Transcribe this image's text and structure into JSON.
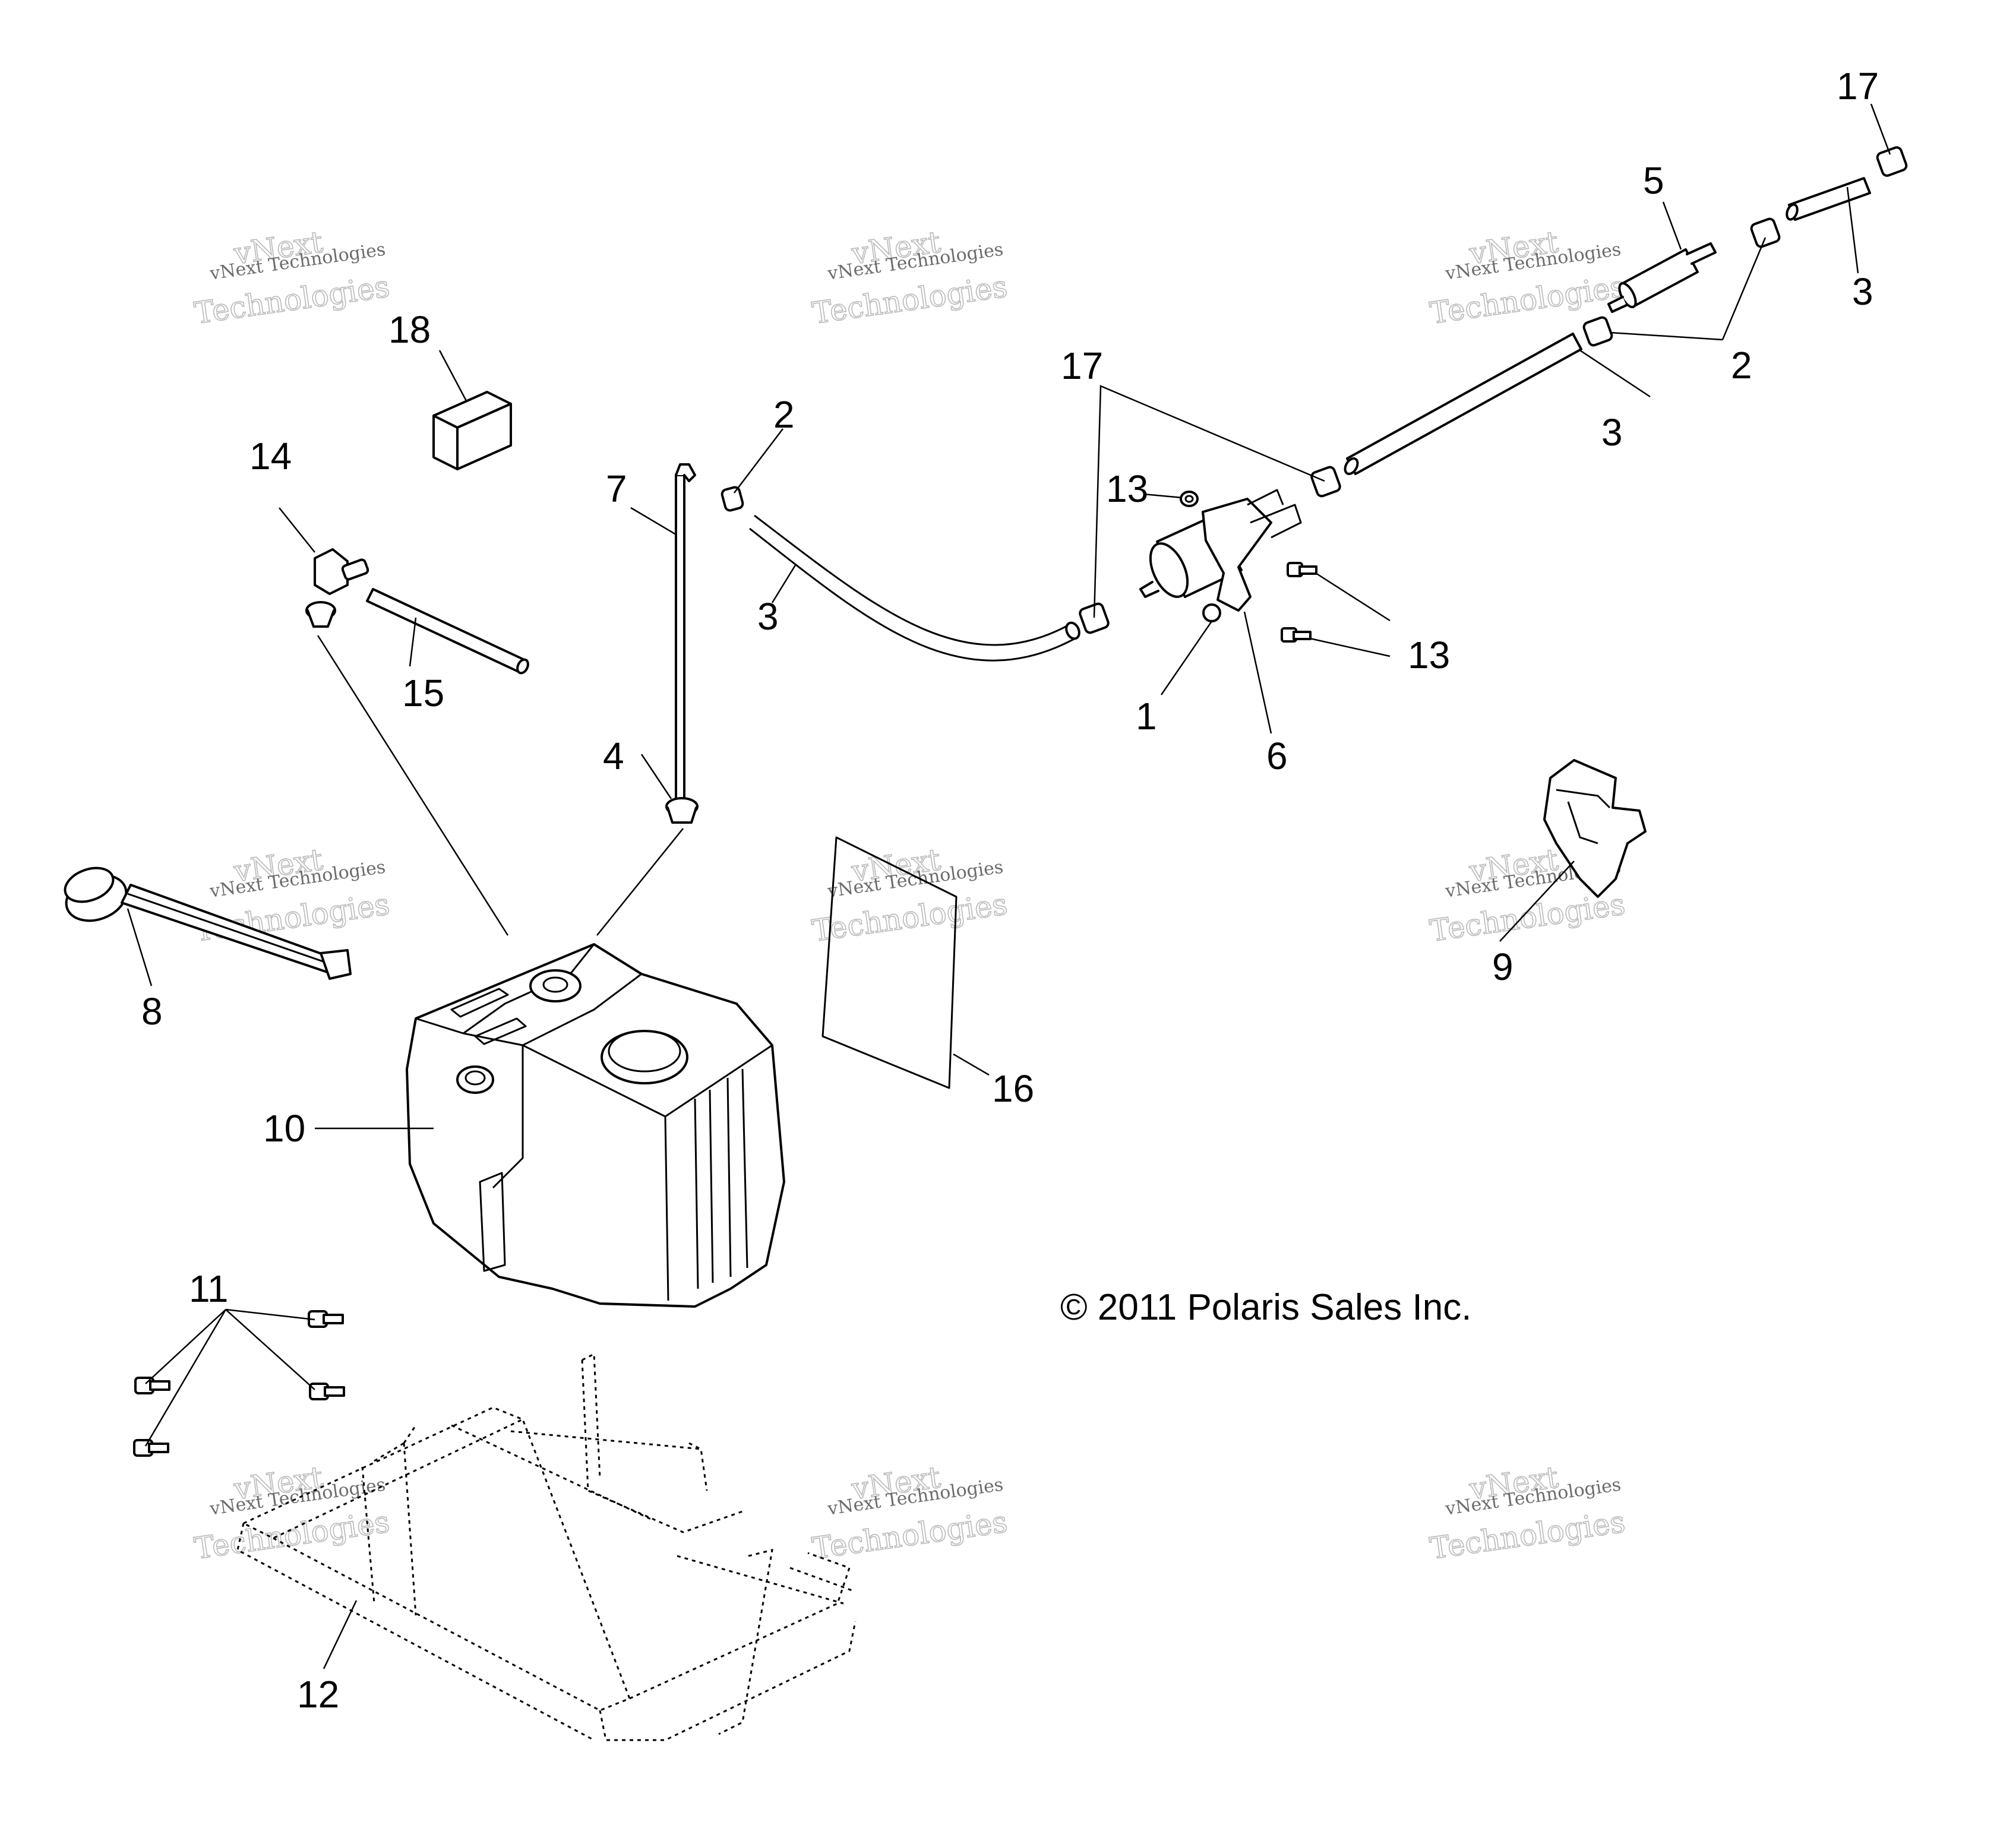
{
  "callouts": {
    "c17_top": "17",
    "c5": "5",
    "c3_topright": "3",
    "c2_right": "2",
    "c3_mid": "3",
    "c17_mid": "17",
    "c18": "18",
    "c14": "14",
    "c15": "15",
    "c7": "7",
    "c2_left": "2",
    "c3_left": "3",
    "c13_top": "13",
    "c13_right": "13",
    "c1": "1",
    "c6": "6",
    "c4": "4",
    "c8": "8",
    "c9": "9",
    "c16": "16",
    "c10": "10",
    "c11": "11",
    "c12": "12"
  },
  "copyright": "© 2011  Polaris Sales Inc.",
  "watermark": {
    "line_small": "vNext Technologies",
    "line_large_top": "vNext",
    "line_large_bottom": "Technologies"
  }
}
